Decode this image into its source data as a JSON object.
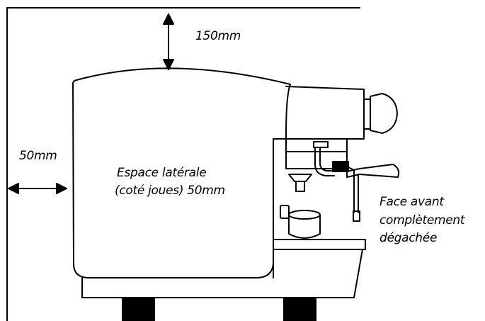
{
  "labels": {
    "top_clearance": "150mm",
    "left_clearance": "50mm",
    "side_space_line1": "Espace latérale",
    "side_space_line2": "(coté joues) 50mm",
    "front_line1": "Face avant",
    "front_line2": "complètement",
    "front_line3": "dégachée"
  },
  "colors": {
    "line": "#000000",
    "background": "#ffffff"
  }
}
